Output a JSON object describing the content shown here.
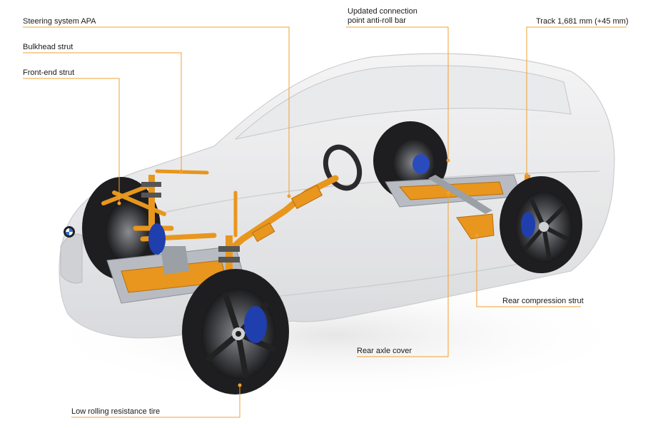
{
  "labels": {
    "steering_system": "Steering system APA",
    "bulkhead_strut": "Bulkhead strut",
    "front_end_strut": "Front-end strut",
    "anti_roll_bar_line1": "Updated connection",
    "anti_roll_bar_line2": "point anti-roll bar",
    "track": "Track 1,681 mm (+45 mm)",
    "rear_compression_strut": "Rear compression strut",
    "rear_axle_cover": "Rear axle cover",
    "tire": "Low rolling resistance tire"
  },
  "colors": {
    "callout_line": "#f0a030",
    "chassis_orange": "#e8961e",
    "body_ghost": "#d9dadc",
    "tire": "#1e1e20",
    "brake": "#1f3fae",
    "label_text": "#1a1a1a"
  }
}
